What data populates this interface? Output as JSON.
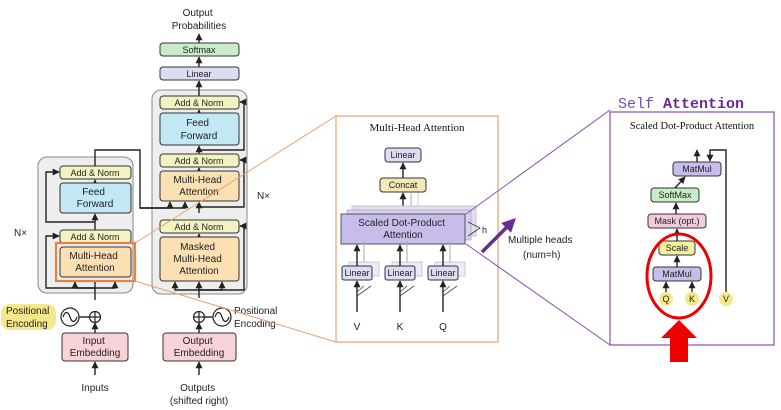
{
  "transformer": {
    "output_probabilities": [
      "Output",
      "Probabilities"
    ],
    "softmax": "Softmax",
    "linear": "Linear",
    "add_norm": "Add & Norm",
    "feed_forward": [
      "Feed",
      "Forward"
    ],
    "multi_head_attention": [
      "Multi-Head",
      "Attention"
    ],
    "masked_multi_head_attention": [
      "Masked",
      "Multi-Head",
      "Attention"
    ],
    "nx": "N×",
    "positional_encoding": [
      "Positional",
      "Encoding"
    ],
    "input_embedding": [
      "Input",
      "Embedding"
    ],
    "output_embedding": [
      "Output",
      "Embedding"
    ],
    "inputs": "Inputs",
    "outputs": [
      "Outputs",
      "(shifted right)"
    ]
  },
  "mha_panel": {
    "title": "Multi-Head Attention",
    "linear": "Linear",
    "concat": "Concat",
    "sdpa": [
      "Scaled Dot-Product",
      "Attention"
    ],
    "h": "h",
    "inputs": [
      "V",
      "K",
      "Q"
    ]
  },
  "annotation": {
    "multiple_heads": [
      "Multiple heads",
      "(num=h)"
    ]
  },
  "self_attention": {
    "heading_prefix": "Self ",
    "heading_bold": "Attention",
    "title": "Scaled Dot-Product Attention",
    "matmul": "MatMul",
    "softmax": "SoftMax",
    "mask": "Mask (opt.)",
    "scale": "Scale",
    "inputs": [
      "Q",
      "K",
      "V"
    ]
  },
  "colors": {
    "add_norm": "#f2f3c1",
    "feed_forward": "#c2e7f5",
    "attention": "#fbe0b4",
    "linear": "#dcdcf2",
    "softmax": "#c8ebc8",
    "embedding": "#f7d3d8",
    "highlight_yellow": "#f5e88c",
    "sdpa_purple": "#c8bdea",
    "mask_pink": "#f3c9dd",
    "arrow_purple": "#6a2c91",
    "red": "#ee0000",
    "frame_orange": "#e8a070"
  }
}
